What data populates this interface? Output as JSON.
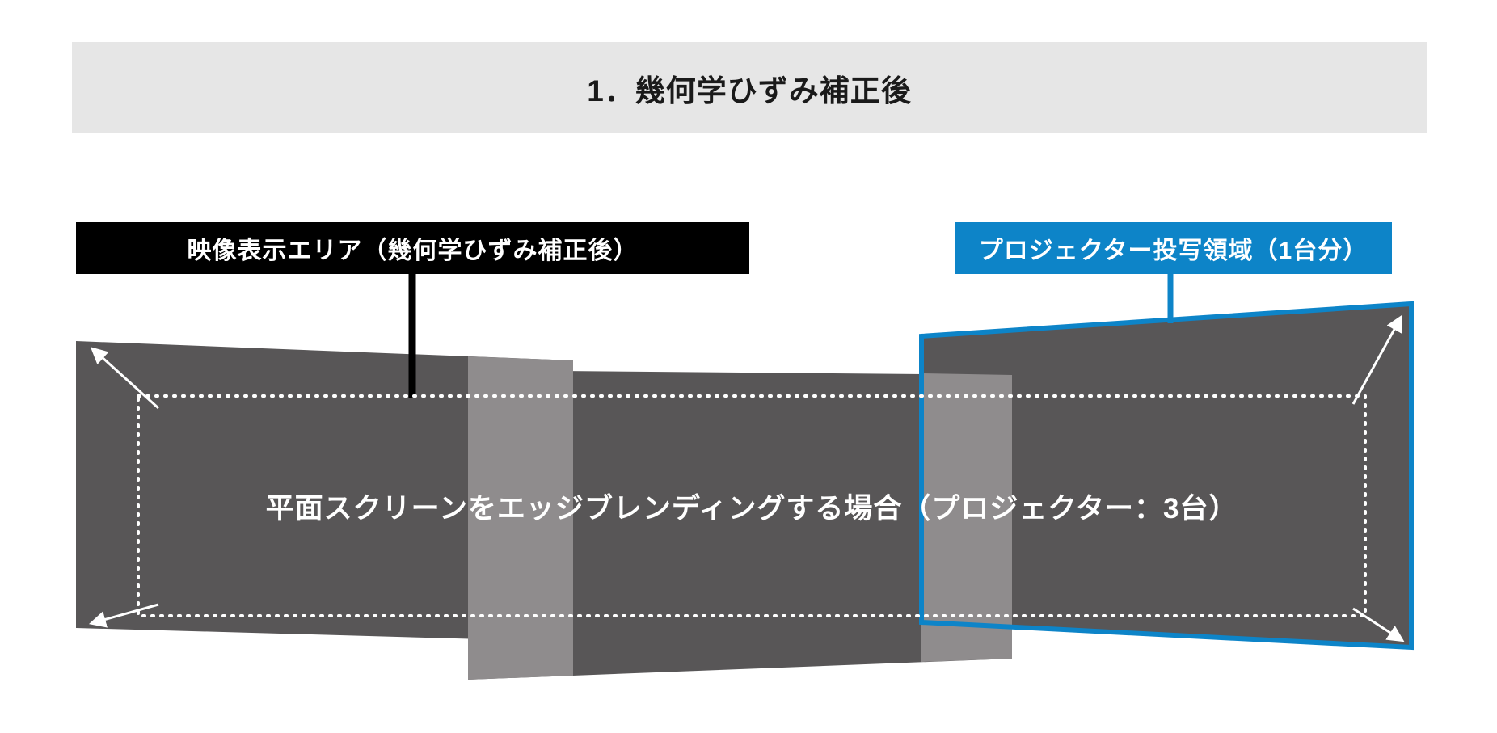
{
  "title": "1．幾何学ひずみ補正後",
  "labels": {
    "display_area": "映像表示エリア（幾何学ひずみ補正後）",
    "projector_area": "プロジェクター投写領域（1台分）"
  },
  "caption": "平面スクリーンをエッジブレンディングする場合（プロジェクター：3台）",
  "colors": {
    "projection_gray": "#585657",
    "overlap_gray": "#8f8c8d",
    "accent_blue": "#0d84c8",
    "label_black": "#000000",
    "titlebar_gray": "#e6e6e6",
    "arrow_white": "#ffffff"
  }
}
